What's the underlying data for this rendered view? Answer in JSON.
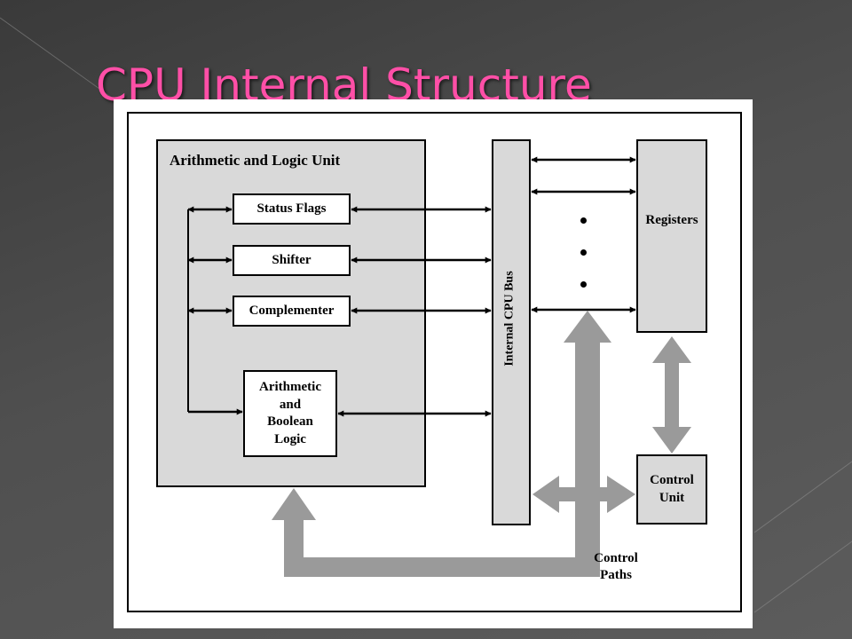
{
  "slide": {
    "title": "CPU Internal Structure"
  },
  "diagram": {
    "alu_title": "Arithmetic and Logic Unit",
    "status_flags": "Status Flags",
    "shifter": "Shifter",
    "complementer": "Complementer",
    "arith_boolean_logic": [
      "Arithmetic",
      "and",
      "Boolean",
      "Logic"
    ],
    "internal_bus": "Internal CPU Bus",
    "registers": "Registers",
    "control_unit": [
      "Control",
      "Unit"
    ],
    "control_paths": [
      "Control",
      "Paths"
    ]
  },
  "colors": {
    "title": "#ff4fa7",
    "unit_fill": "#d9d9d9",
    "control_arrow": "#9a9a9a"
  }
}
